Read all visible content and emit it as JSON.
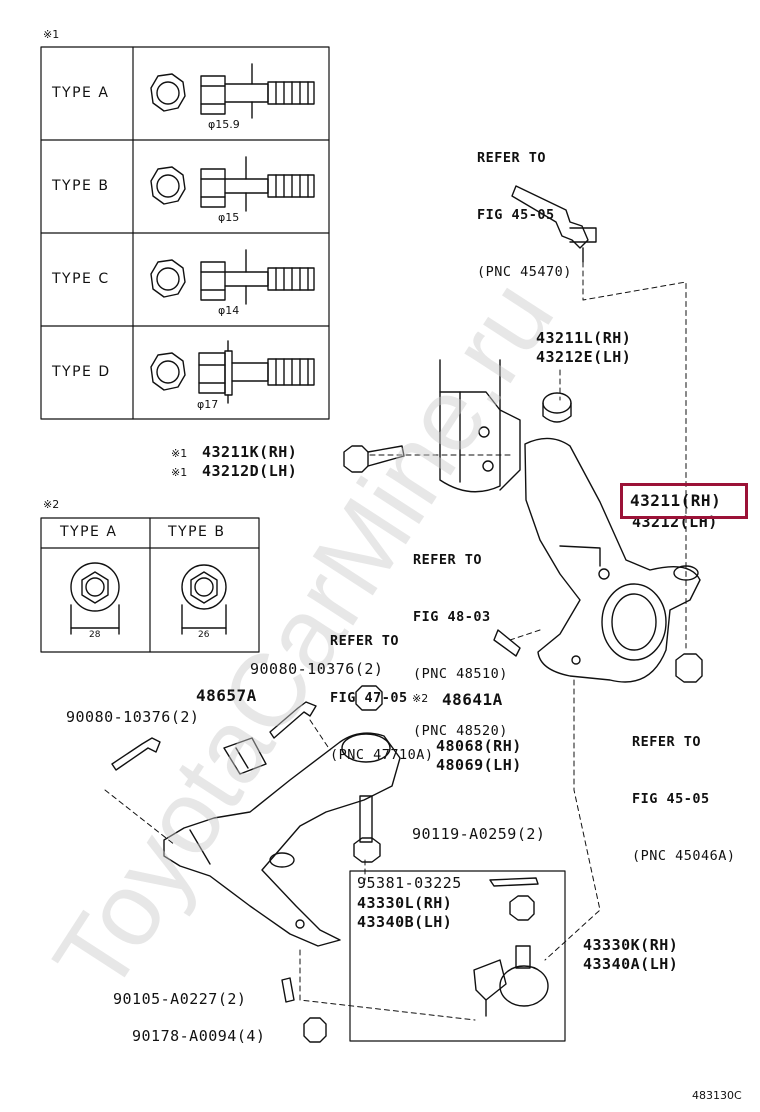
{
  "watermark": "ToyotaCarMine.ru",
  "figure_id": "483130C",
  "highlight_color": "#9b1237",
  "table1": {
    "note": "※1",
    "rows": [
      {
        "label": "TYPE A",
        "dim": "φ15.9"
      },
      {
        "label": "TYPE B",
        "dim": "φ15"
      },
      {
        "label": "TYPE C",
        "dim": "φ14"
      },
      {
        "label": "TYPE D",
        "dim": "φ17"
      }
    ]
  },
  "table2": {
    "note": "※2",
    "headers": [
      "TYPE A",
      "TYPE B"
    ],
    "dims": [
      "28",
      "26"
    ]
  },
  "parts": {
    "tie_rod_ref": [
      "REFER TO",
      "FIG 45-05",
      "(PNC 45470)"
    ],
    "bushing": [
      "43211L(RH)",
      "43212E(LH)"
    ],
    "bolt_mark1": "※1",
    "bolt_mark2": "※1",
    "bolt1": "43211K(RH)",
    "bolt2": "43212D(LH)",
    "strut_ref": [
      "REFER TO",
      "FIG 48-03",
      "(PNC 48510)",
      "(PNC 48520)"
    ],
    "knuckle_rh": "43211(RH)",
    "knuckle_lh": "43212(LH)",
    "sensor_ref": [
      "REFER TO",
      "FIG 47-05",
      "(PNC 47710A)"
    ],
    "bolt_90080_top": "90080-10376(2)",
    "bracket": "48657A",
    "nut_mark": "※2",
    "nut": "48641A",
    "nut_ref": [
      "REFER TO",
      "FIG 45-05",
      "(PNC 45046A)"
    ],
    "bolt_90080_left": "90080-10376(2)",
    "arm_rh": "48068(RH)",
    "arm_lh": "48069(LH)",
    "bolt_90119": "90119-A0259(2)",
    "pin": "95381-03225",
    "nut_rh": "43330L(RH)",
    "nut_lh": "43340B(LH)",
    "ball_rh": "43330K(RH)",
    "ball_lh": "43340A(LH)",
    "bolt_90105": "90105-A0227(2)",
    "nut_90178": "90178-A0094(4)"
  }
}
